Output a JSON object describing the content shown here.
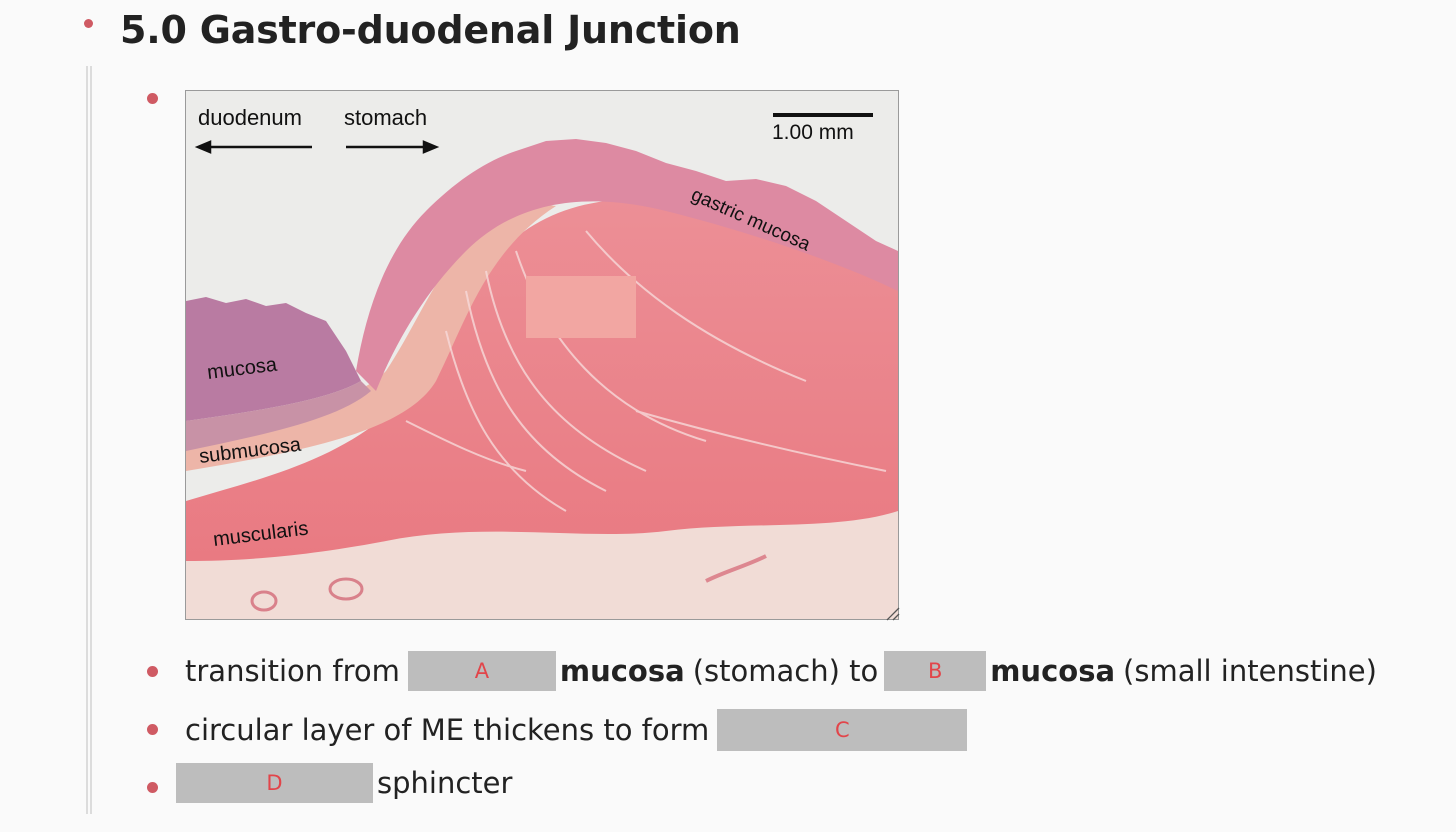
{
  "heading": "5.0 Gastro-duodenal Junction",
  "figure": {
    "labels": {
      "duodenum": "duodenum",
      "stomach": "stomach",
      "scale": "1.00 mm",
      "gastric_mucosa": "gastric mucosa",
      "mucosa": "mucosa",
      "submucosa": "submucosa",
      "muscularis": "muscularis"
    }
  },
  "bullets": {
    "line1": {
      "prefix": "transition from",
      "blank_a": "A",
      "bold1": "mucosa",
      "middle": "(stomach) to",
      "blank_b": "B",
      "bold2": "mucosa",
      "suffix": "(small intenstine)"
    },
    "line2": {
      "prefix": "circular layer of ME thickens to form",
      "blank_c": "C"
    },
    "line3": {
      "blank_d": "D",
      "suffix": "sphincter"
    }
  },
  "colors": {
    "bullet": "#cf5a63",
    "blank_fill": "#bdbdbd",
    "blank_text": "#e2454a"
  }
}
